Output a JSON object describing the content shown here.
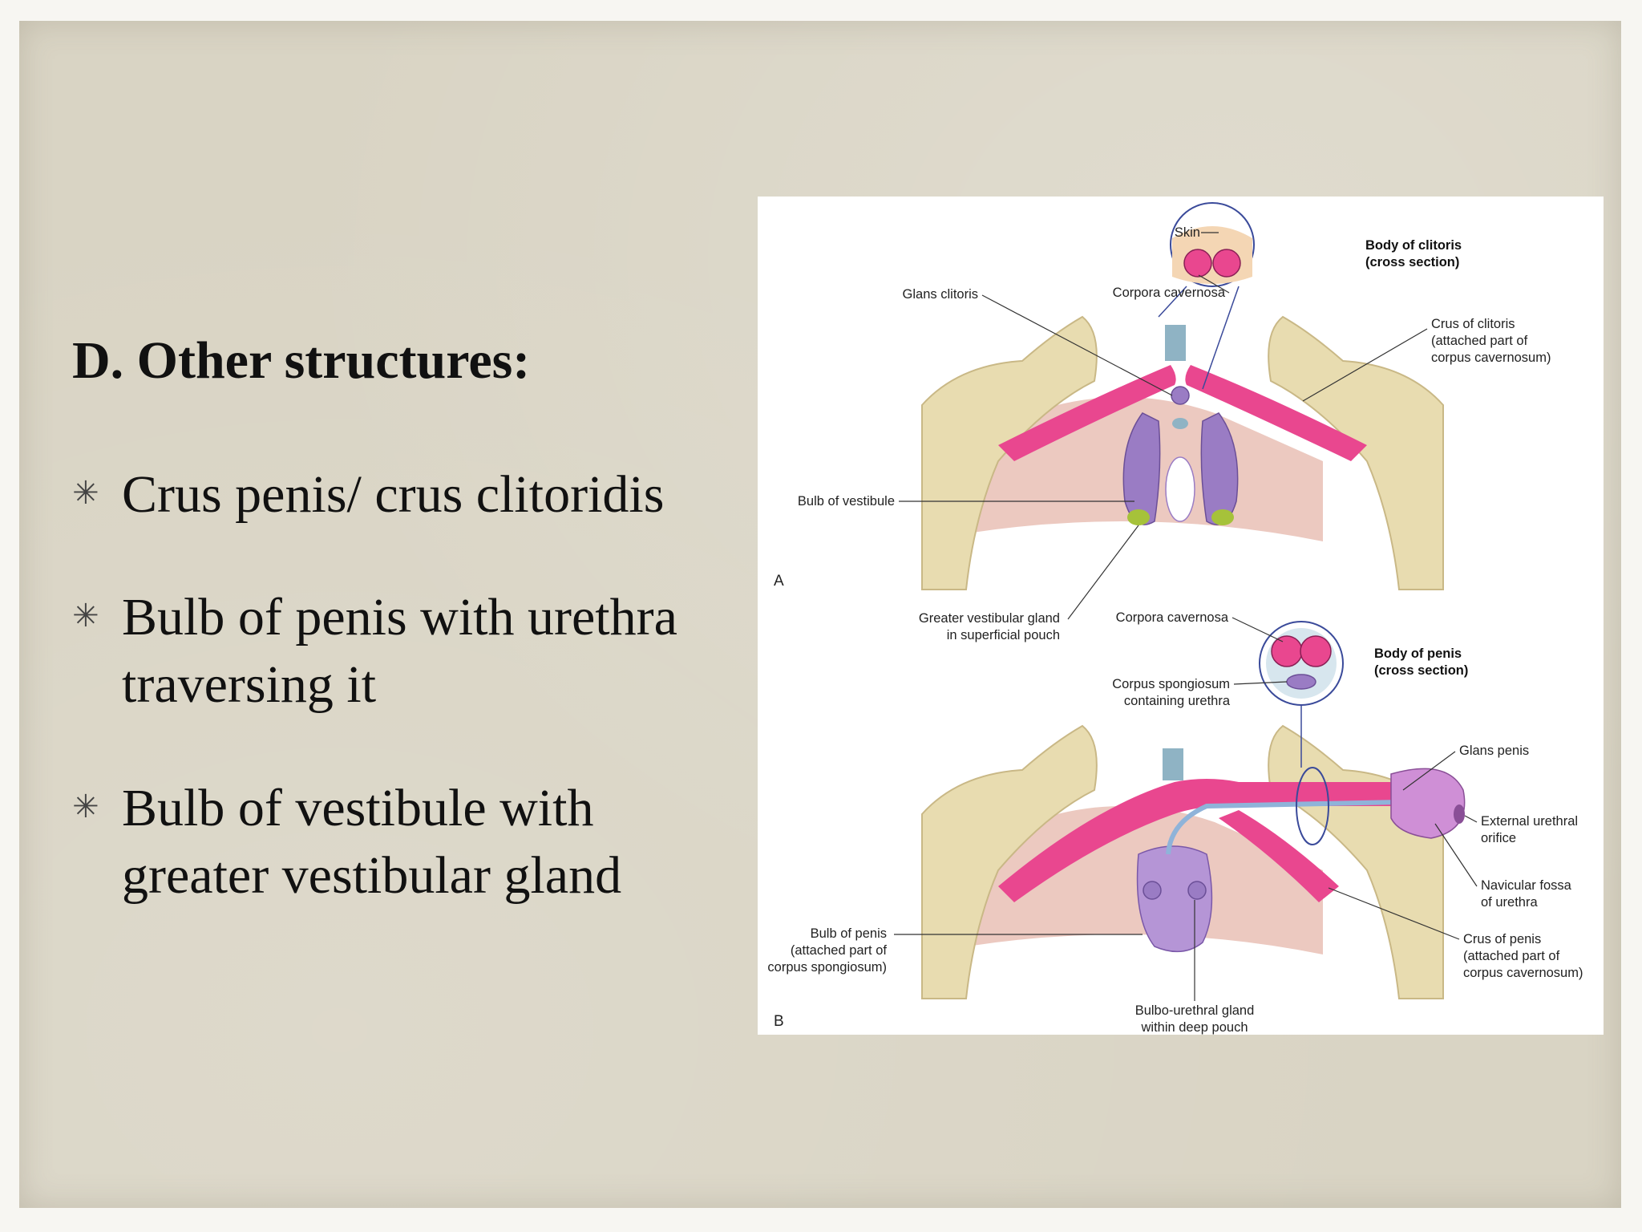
{
  "slide": {
    "heading": "D. Other structures:",
    "bullet_symbol": "✳",
    "bullets": [
      {
        "lines": [
          "Crus penis/ crus clitoridis"
        ]
      },
      {
        "lines": [
          "Bulb of penis with urethra",
          "traversing it"
        ]
      },
      {
        "lines": [
          "Bulb of vestibule with",
          "greater vestibular gland"
        ]
      }
    ]
  },
  "figure": {
    "panel_a": {
      "letter": "A",
      "inset_title": [
        "Body of clitoris",
        "(cross section)"
      ],
      "labels": {
        "skin": "Skin",
        "corpora_cavernosa": "Corpora cavernosa",
        "glans_clitoris": "Glans clitoris",
        "crus_clitoris": [
          "Crus of clitoris",
          "(attached part of",
          "corpus cavernosum)"
        ],
        "bulb_vestibule": "Bulb of vestibule",
        "greater_vestibular_gland": [
          "Greater vestibular gland",
          "in superficial pouch"
        ]
      }
    },
    "panel_b": {
      "letter": "B",
      "inset_title": [
        "Body of penis",
        "(cross section)"
      ],
      "labels": {
        "corpora_cavernosa": "Corpora cavernosa",
        "corpus_spongiosum": [
          "Corpus spongiosum",
          "containing urethra"
        ],
        "glans_penis": "Glans penis",
        "external_urethral_orifice": [
          "External urethral",
          "orifice"
        ],
        "navicular_fossa": [
          "Navicular fossa",
          "of urethra"
        ],
        "crus_penis": [
          "Crus of penis",
          "(attached part of",
          "corpus cavernosum)"
        ],
        "bulb_penis": [
          "Bulb of penis",
          "(attached part of",
          "corpus spongiosum)"
        ],
        "bulbourethral_gland": [
          "Bulbo-urethral gland",
          "within deep pouch"
        ]
      }
    },
    "colors": {
      "bone": "#e8dcb0",
      "bone_shadow": "#c9b886",
      "membrane": "#ecc9c0",
      "erectile_pink": "#e9478f",
      "bulb_purple": "#9a7cc4",
      "gland_green": "#a6c23a",
      "symphysis_blue": "#8fb3c4"
    }
  }
}
